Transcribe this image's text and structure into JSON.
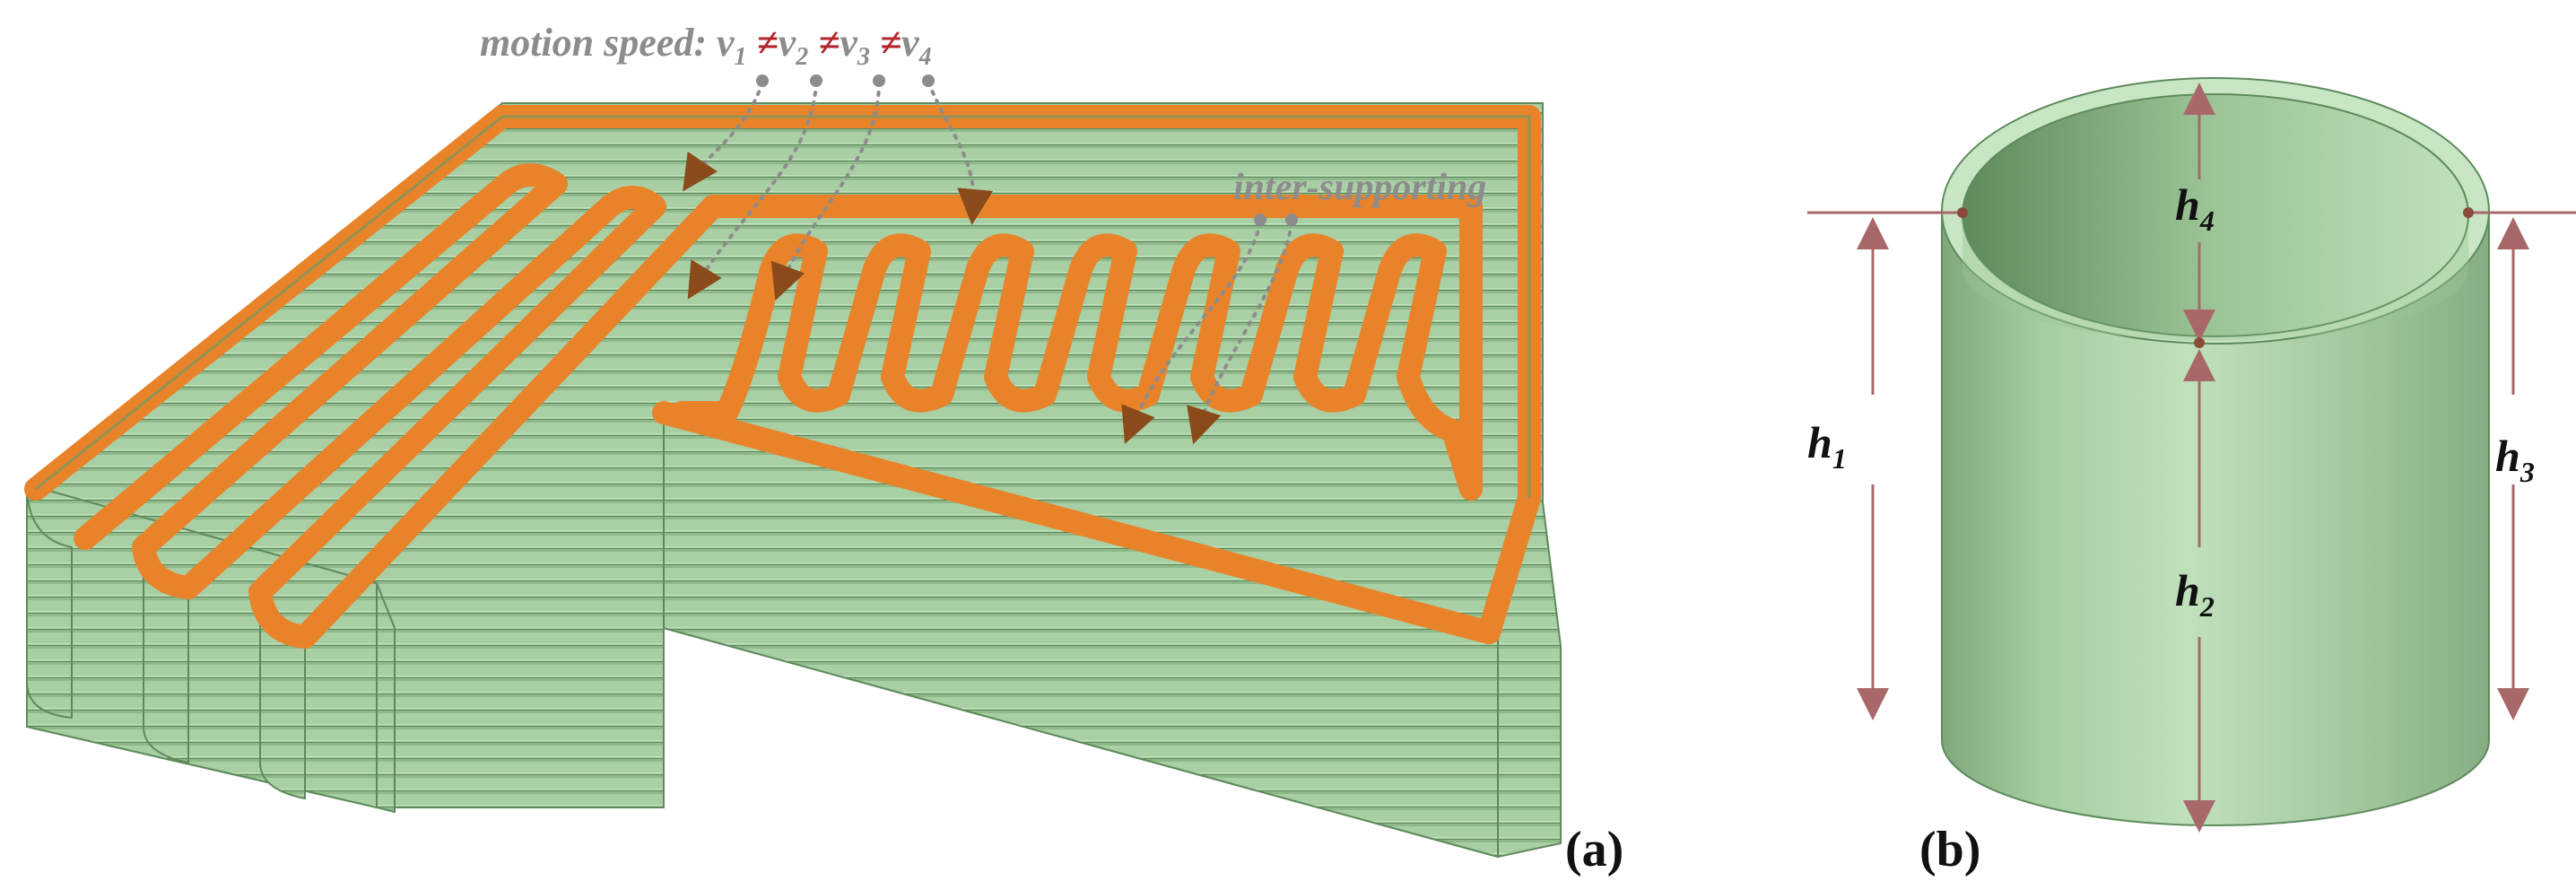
{
  "panel_a": {
    "label": "(a)",
    "motion_speed": {
      "prefix": "motion speed: ",
      "v": "v",
      "neq": "≠",
      "subs": [
        "1",
        "2",
        "3",
        "4"
      ]
    },
    "inter_supporting": "inter-supporting"
  },
  "panel_b": {
    "label": "(b)",
    "h": "h",
    "subs": {
      "h1": "1",
      "h2": "2",
      "h3": "3",
      "h4": "4"
    }
  },
  "colors": {
    "toolpath_orange": "#e8832a",
    "layer_green": "#a9cfa4",
    "edge_green": "#5e8a5b",
    "dimension_line": "#a8686a",
    "annotation_gray": "#8c8c8c",
    "neq_red": "#b3262b",
    "arrow_brown": "#8a4a1a"
  }
}
